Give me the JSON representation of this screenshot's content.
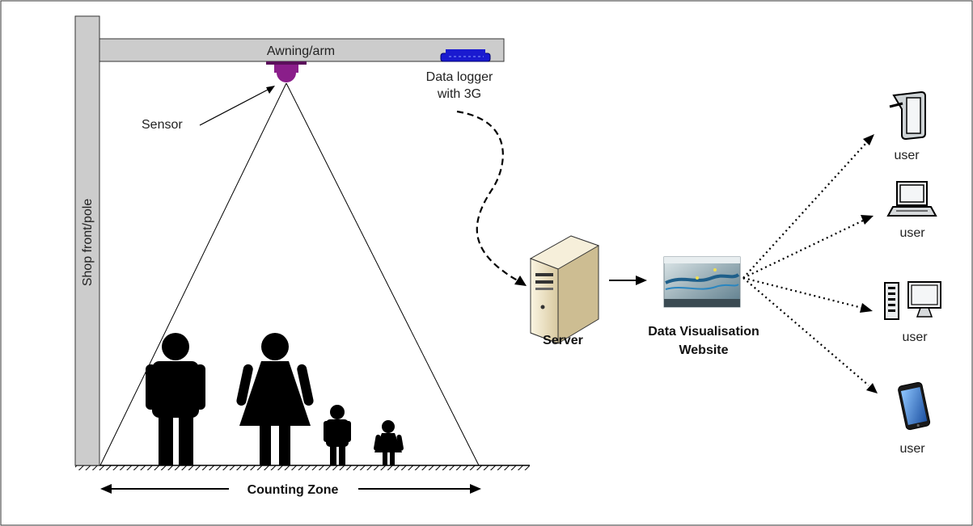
{
  "labels": {
    "awning": "Awning/arm",
    "shop_front": "Shop front/pole",
    "sensor": "Sensor",
    "logger_line1": "Data logger",
    "logger_line2": "with 3G",
    "server": "Server",
    "website_line1": "Data Visualisation",
    "website_line2": "Website",
    "counting_zone": "Counting Zone"
  },
  "users": [
    {
      "device": "tablet-icon",
      "label": "user"
    },
    {
      "device": "laptop-icon",
      "label": "user"
    },
    {
      "device": "desktop-computer-icon",
      "label": "user"
    },
    {
      "device": "smartphone-icon",
      "label": "user"
    }
  ],
  "colors": {
    "structure_fill": "#cccccc",
    "sensor": "#8a1e8a",
    "data_logger": "#1a1ad0",
    "person": "#000000",
    "server_body": "#f0e6c8"
  }
}
